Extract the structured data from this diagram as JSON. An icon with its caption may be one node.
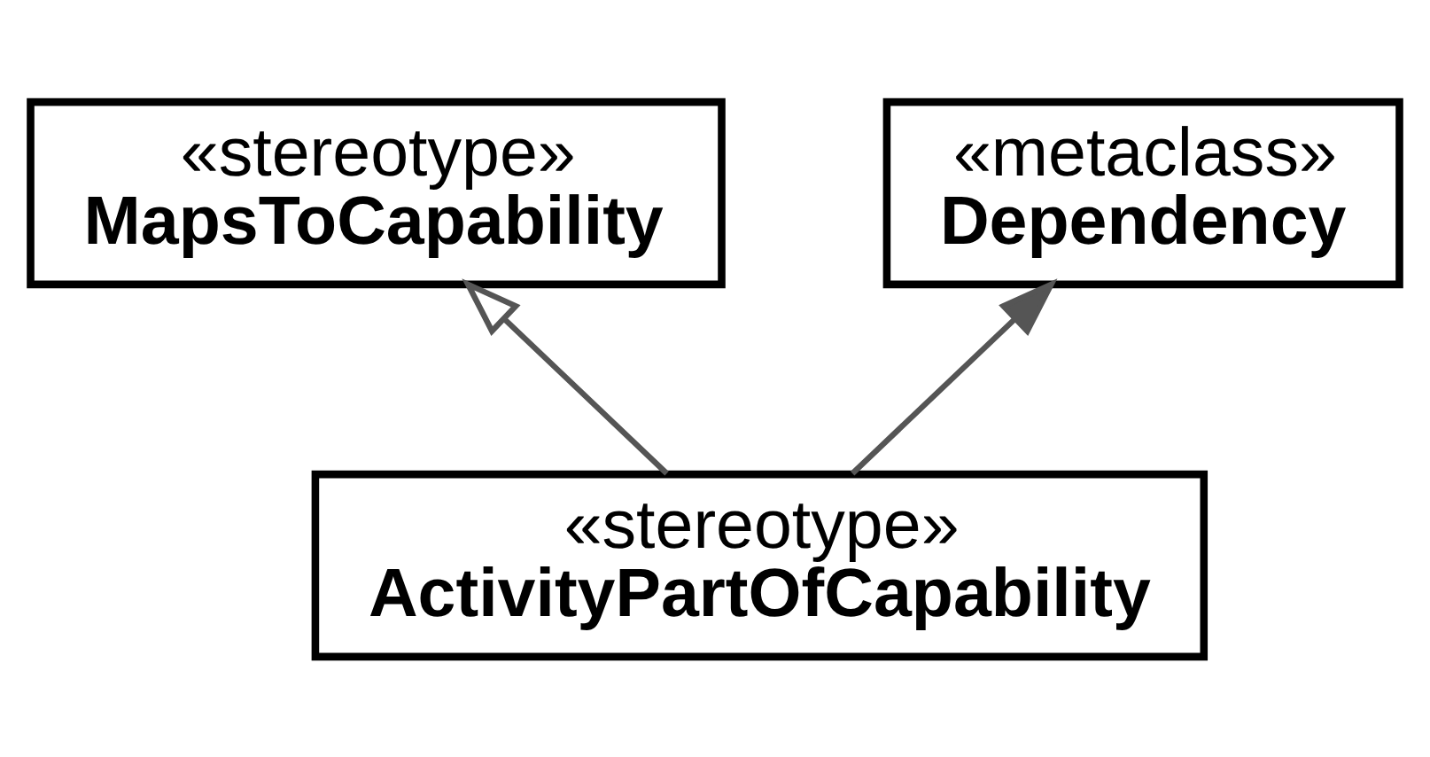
{
  "diagram": {
    "nodes": [
      {
        "text": [
          "«stereotype»",
          "MapsToCapability"
        ]
      },
      {
        "text": [
          "«metaclass»",
          "Dependency"
        ]
      },
      {
        "text": [
          "«stereotype»",
          "ActivityPartOfCapability"
        ]
      }
    ],
    "edges": [
      {
        "from": 2,
        "to": 0,
        "arrow": "to"
      },
      {
        "from": 2,
        "to": 1,
        "arrow": "to"
      }
    ]
  }
}
